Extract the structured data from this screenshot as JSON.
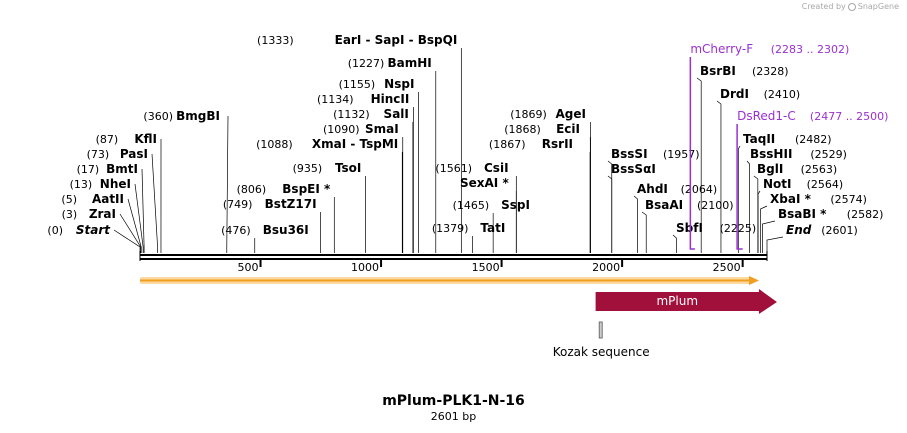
{
  "credit": {
    "text": "Created by",
    "brand": "SnapGene"
  },
  "map": {
    "title": "mPlum-PLK1-N-16",
    "length": "2601 bp",
    "bp": 2601
  },
  "ticks": [
    {
      "label": "500",
      "pos": 500
    },
    {
      "label": "1000",
      "pos": 1000
    },
    {
      "label": "1500",
      "pos": 1500
    },
    {
      "label": "2000",
      "pos": 2000
    },
    {
      "label": "2500",
      "pos": 2500
    }
  ],
  "left_sites": [
    {
      "name": "Start",
      "num": "(0)",
      "pos": 0,
      "italic": true
    },
    {
      "name": "ZraI",
      "num": "(3)",
      "pos": 3
    },
    {
      "name": "AatII",
      "num": "(5)",
      "pos": 5
    },
    {
      "name": "NheI",
      "num": "(13)",
      "pos": 13
    },
    {
      "name": "BmtI",
      "num": "(17)",
      "pos": 17
    },
    {
      "name": "PasI",
      "num": "(73)",
      "pos": 73
    },
    {
      "name": "KflI",
      "num": "(87)",
      "pos": 87
    },
    {
      "name": "BmgBI",
      "num": "(360)",
      "pos": 360
    }
  ],
  "mid_sites": [
    {
      "name": "Bsu36I",
      "num": "(476)",
      "pos": 476,
      "side": "right"
    },
    {
      "name": "BstZ17I",
      "num": "(749)",
      "pos": 749
    },
    {
      "name": "BspEI *",
      "num": "(806)",
      "pos": 806
    },
    {
      "name": "TsoI",
      "num": "(935)",
      "pos": 935
    },
    {
      "name": "XmaI - TspMI",
      "num": "(1088)",
      "pos": 1088
    },
    {
      "name": "SmaI",
      "num": "(1090)",
      "pos": 1090
    },
    {
      "name": "SalI",
      "num": "(1132)",
      "pos": 1132
    },
    {
      "name": "HincII",
      "num": "(1134)",
      "pos": 1134
    },
    {
      "name": "NspI",
      "num": "(1155)",
      "pos": 1155
    },
    {
      "name": "BamHI",
      "num": "(1227)",
      "pos": 1227
    },
    {
      "name": "EarI - SapI - BspQI",
      "num": "(1333)",
      "pos": 1333
    },
    {
      "name": "TatI",
      "num": "(1379)",
      "pos": 1379,
      "side": "right"
    },
    {
      "name": "SspI",
      "num": "(1465)",
      "pos": 1465,
      "side": "right"
    },
    {
      "name": "SexAI *",
      "num": "",
      "pos": 1561
    },
    {
      "name": "CsiI",
      "num": "(1561)",
      "pos": 1561
    },
    {
      "name": "RsrII",
      "num": "(1867)",
      "pos": 1867
    },
    {
      "name": "EciI",
      "num": "(1868)",
      "pos": 1868
    },
    {
      "name": "AgeI",
      "num": "(1869)",
      "pos": 1869
    }
  ],
  "right_sites": [
    {
      "name": "BssSI",
      "num": "(1957)",
      "pos": 1957
    },
    {
      "name": "BssSαI",
      "num": "",
      "pos": 1957
    },
    {
      "name": "AhdI",
      "num": "(2064)",
      "pos": 2064
    },
    {
      "name": "BsaAI",
      "num": "(2100)",
      "pos": 2100
    },
    {
      "name": "SbfI",
      "num": "(2225)",
      "pos": 2225
    },
    {
      "name": "BsrBI",
      "num": "(2328)",
      "pos": 2328
    },
    {
      "name": "DrdI",
      "num": "(2410)",
      "pos": 2410
    },
    {
      "name": "TaqII",
      "num": "(2482)",
      "pos": 2482
    },
    {
      "name": "BssHII",
      "num": "(2529)",
      "pos": 2529
    },
    {
      "name": "BglI",
      "num": "(2563)",
      "pos": 2563
    },
    {
      "name": "NotI",
      "num": "(2564)",
      "pos": 2564
    },
    {
      "name": "XbaI *",
      "num": "(2574)",
      "pos": 2574
    },
    {
      "name": "BsaBI *",
      "num": "(2582)",
      "pos": 2582
    },
    {
      "name": "End",
      "num": "(2601)",
      "pos": 2601,
      "italic": true
    }
  ],
  "primers": [
    {
      "name": "mCherry-F",
      "range": "(2283 .. 2302)",
      "start": 2283,
      "end": 2302
    },
    {
      "name": "DsRed1-C",
      "range": "(2477 .. 2500)",
      "start": 2477,
      "end": 2500
    }
  ],
  "features": [
    {
      "name": "mPlum",
      "start": 1890,
      "end": 2580
    },
    {
      "name": "Kozak sequence",
      "start": 1880,
      "end": 1890
    }
  ],
  "colors": {
    "feature": "#a0103a",
    "orf": "#f0a020",
    "primer": "#9b30d0",
    "ruler": "#000000"
  }
}
